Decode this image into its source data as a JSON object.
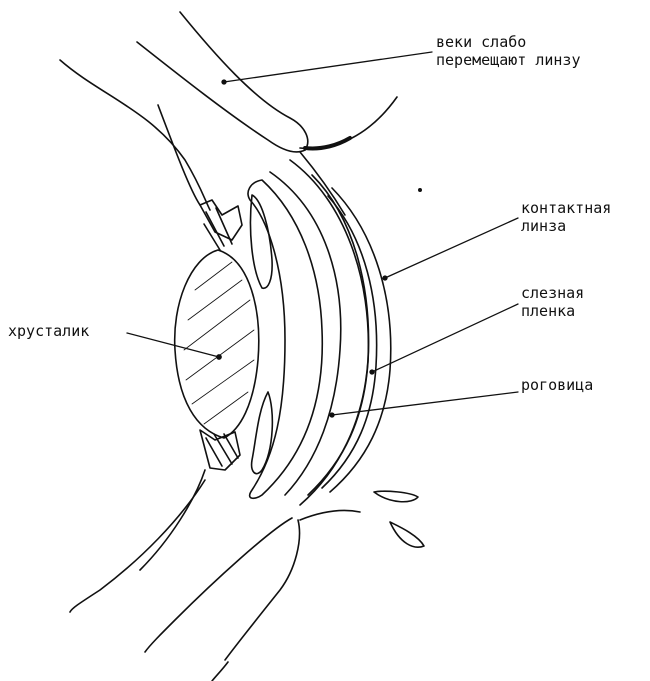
{
  "labels": {
    "eyelids": {
      "line1": "веки слабо",
      "line2": "перемещают линзу"
    },
    "contact_lens": {
      "line1": "контактная",
      "line2": "линза"
    },
    "tear_film": {
      "line1": "слезная",
      "line2": "пленка"
    },
    "cornea": "роговица",
    "crystalline_lens": "хрусталик"
  },
  "colors": {
    "ink": "#111111",
    "background": "#ffffff"
  }
}
